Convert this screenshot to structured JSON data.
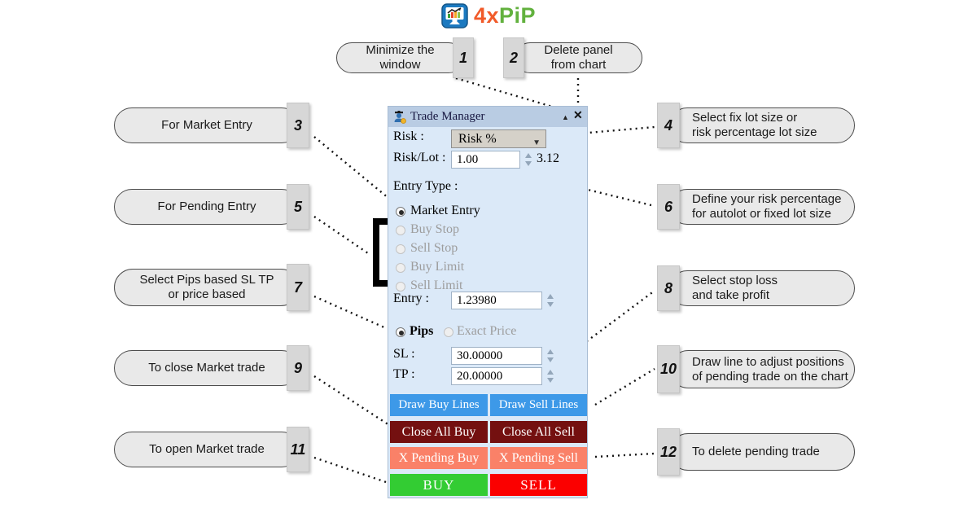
{
  "logo": {
    "brand_4x": "4x",
    "brand_pip": "PiP"
  },
  "panel": {
    "title": "Trade Manager",
    "minimize_glyph": "▲",
    "close_glyph": "✕",
    "dropdown_arrow": "▼",
    "risk": {
      "label": "Risk :",
      "value": "Risk %"
    },
    "risk_lot": {
      "label": "Risk/Lot :",
      "value": "1.00",
      "computed": "3.12"
    },
    "entry_type": {
      "label": "Entry Type :",
      "options": [
        {
          "label": "Market Entry",
          "selected": true,
          "enabled": true
        },
        {
          "label": "Buy Stop",
          "selected": false,
          "enabled": false
        },
        {
          "label": "Sell Stop",
          "selected": false,
          "enabled": false
        },
        {
          "label": "Buy Limit",
          "selected": false,
          "enabled": false
        },
        {
          "label": "Sell Limit",
          "selected": false,
          "enabled": false
        }
      ]
    },
    "entry": {
      "label": "Entry :",
      "value": "1.23980"
    },
    "sl_tp_mode": {
      "options": [
        {
          "label": "Pips",
          "selected": true,
          "enabled": true
        },
        {
          "label": "Exact Price",
          "selected": false,
          "enabled": false
        }
      ]
    },
    "sl": {
      "label": "SL :",
      "value": "30.00000"
    },
    "tp": {
      "label": "TP :",
      "value": "20.00000"
    },
    "buttons": {
      "draw_buy": "Draw Buy Lines",
      "draw_sell": "Draw Sell Lines",
      "close_buy": "Close All Buy",
      "close_sell": "Close All Sell",
      "pending_buy": "X Pending Buy",
      "pending_sell": "X Pending Sell",
      "buy": "BUY",
      "sell": "SELL"
    }
  },
  "callouts": [
    {
      "num": "1",
      "text": "Minimize the\nwindow"
    },
    {
      "num": "2",
      "text": "Delete panel\nfrom chart"
    },
    {
      "num": "3",
      "text": "For Market Entry"
    },
    {
      "num": "4",
      "text": "Select fix lot size or\nrisk percentage lot size"
    },
    {
      "num": "5",
      "text": "For Pending Entry"
    },
    {
      "num": "6",
      "text": "Define your risk percentage\nfor autolot or fixed lot size"
    },
    {
      "num": "7",
      "text": "Select Pips based SL TP\nor price based"
    },
    {
      "num": "8",
      "text": "Select stop loss\nand take profit"
    },
    {
      "num": "9",
      "text": "To close Market trade"
    },
    {
      "num": "10",
      "text": "Draw line to adjust positions\nof pending trade on the chart"
    },
    {
      "num": "11",
      "text": "To open Market trade"
    },
    {
      "num": "12",
      "text": "To delete pending trade"
    }
  ],
  "colors": {
    "button_blue": "#3d99e8",
    "button_maroon": "#741010",
    "button_salmon": "#fa8168",
    "button_buy_green": "#33cc33",
    "button_sell_red": "#fb0000",
    "panel_titlebar": "#b9cce3",
    "panel_body": "#dbe9f8",
    "logo_orange": "#f15a29",
    "logo_green": "#62b13e",
    "callout_fill": "#e9e9e9",
    "callout_tab_fill": "#d7d7d7"
  }
}
